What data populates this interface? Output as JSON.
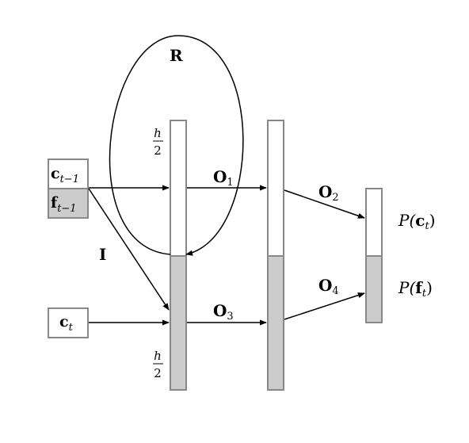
{
  "colors": {
    "stroke": "#888888",
    "fill_shaded": "#cccccc",
    "fill_plain": "#ffffff",
    "arrow": "#000000"
  },
  "inputs": {
    "c_prev": {
      "base": "c",
      "sub": "t−1"
    },
    "f_prev": {
      "base": "f",
      "sub": "t−1"
    },
    "c_curr": {
      "base": "c",
      "sub": "t"
    }
  },
  "hidden": {
    "half_top_num": "h",
    "half_top_den": "2",
    "half_bot_num": "h",
    "half_bot_den": "2"
  },
  "weights": {
    "R": "R",
    "I": "I",
    "O1": {
      "base": "O",
      "sub": "1"
    },
    "O2": {
      "base": "O",
      "sub": "2"
    },
    "O3": {
      "base": "O",
      "sub": "3"
    },
    "O4": {
      "base": "O",
      "sub": "4"
    }
  },
  "outputs": {
    "pc": {
      "pre": "P(",
      "base": "c",
      "sub": "t",
      "post": ")"
    },
    "pf": {
      "pre": "P(",
      "base": "f",
      "sub": "t",
      "post": ")"
    }
  }
}
